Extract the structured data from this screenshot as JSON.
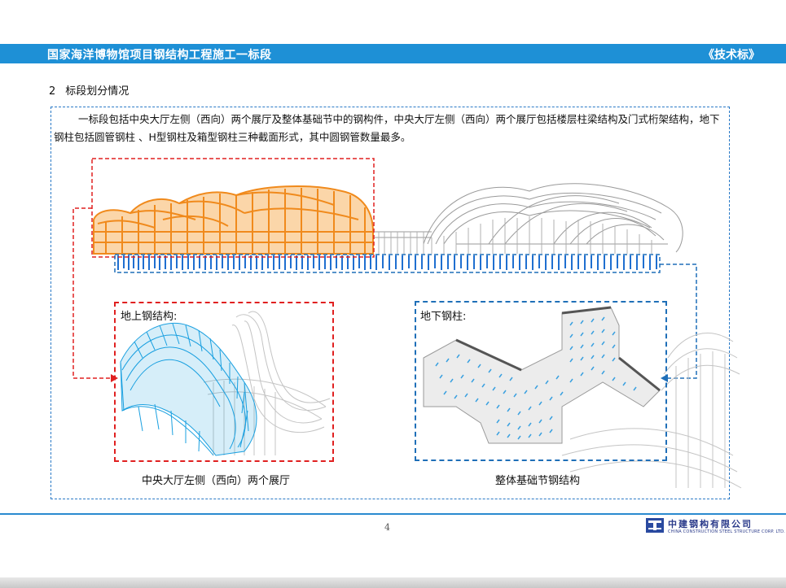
{
  "header": {
    "title": "国家海洋博物馆项目钢结构工程施工一标段",
    "tag": "《技术标》"
  },
  "section": {
    "number": "2",
    "title": "标段划分情况"
  },
  "description": "一标段包括中央大厅左侧（西向）两个展厅及整体基础节中的钢构件，中央大厅左侧（西向）两个展厅包括楼层柱梁结构及门式桁架结构，地下钢柱包括圆管钢柱 、H型钢柱及箱型钢柱三种截面形式，其中圆钢管数量最多。",
  "panels": {
    "above_label": "地上钢结构:",
    "below_label": "地下钢柱:",
    "left_caption": "中央大厅左侧（西向）两个展厅",
    "right_caption": "整体基础节钢结构"
  },
  "footer": {
    "page_number": "4",
    "company_cn": "中建钢构有限公司",
    "company_en": "CHINA CONSTRUCTION STEEL STRUCTURE CORP. LTD."
  },
  "colors": {
    "header_blue": "#1e90d6",
    "highlight_orange": "#f08a1c",
    "model_blue": "#1aa0e0",
    "column_blue": "#1f6fd0",
    "dashed_red": "#e02020",
    "dashed_blue": "#1f6fb8"
  }
}
